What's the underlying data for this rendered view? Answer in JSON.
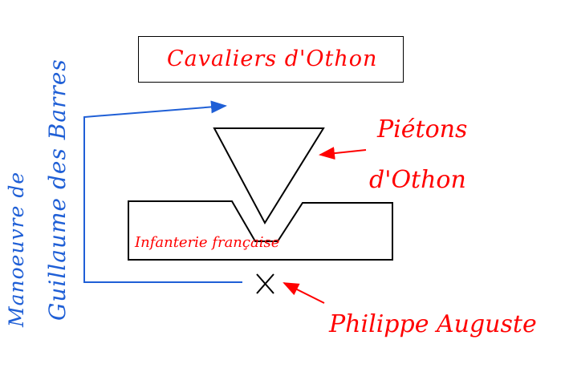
{
  "diagram": {
    "title": "Cavaliers d'Othon",
    "pietons_line1": "Piétons",
    "pietons_line2": "d'Othon",
    "infanterie": "Infanterie française",
    "philippe": "Philippe Auguste",
    "manoeuvre_line1": "Manoeuvre de",
    "manoeuvre_line2": "Guillaume des  Barres"
  },
  "colors": {
    "label_red": "#ff0000",
    "label_blue": "#1f5fd6",
    "outline": "#000000"
  },
  "icons": {
    "king_marker": "x-mark-icon"
  }
}
